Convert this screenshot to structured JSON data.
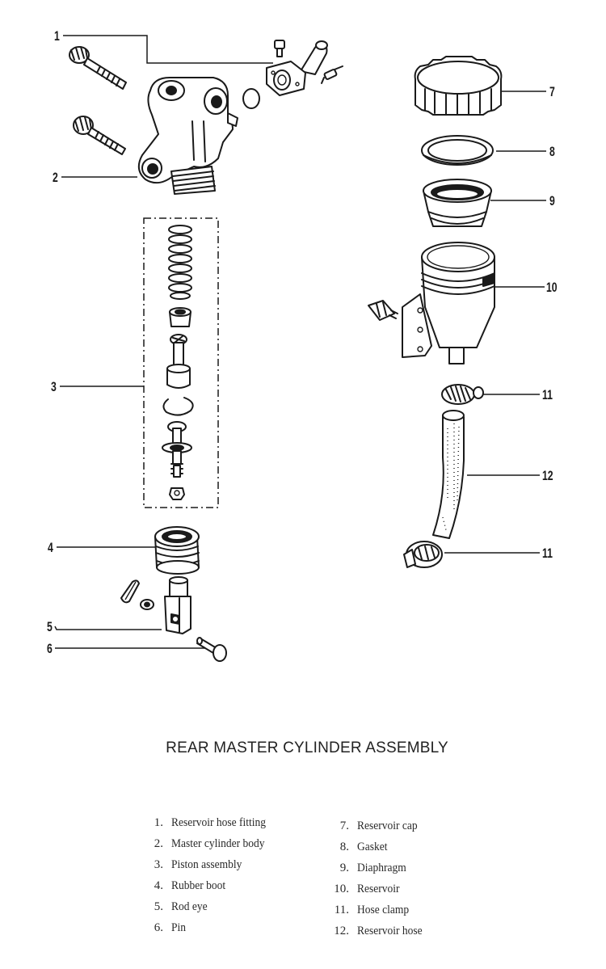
{
  "diagram": {
    "title": "REAR MASTER CYLINDER ASSEMBLY",
    "callouts": [
      {
        "id": "1",
        "label": "1"
      },
      {
        "id": "2",
        "label": "2"
      },
      {
        "id": "3",
        "label": "3"
      },
      {
        "id": "4",
        "label": "4"
      },
      {
        "id": "5",
        "label": "5"
      },
      {
        "id": "6",
        "label": "6"
      },
      {
        "id": "7",
        "label": "7"
      },
      {
        "id": "8",
        "label": "8"
      },
      {
        "id": "9",
        "label": "9"
      },
      {
        "id": "10",
        "label": "10"
      },
      {
        "id": "11a",
        "label": "11"
      },
      {
        "id": "12",
        "label": "12"
      },
      {
        "id": "11b",
        "label": "11"
      }
    ],
    "parts_left": [
      {
        "num": "1.",
        "name": "Reservoir hose fitting"
      },
      {
        "num": "2.",
        "name": "Master cylinder body"
      },
      {
        "num": "3.",
        "name": "Piston assembly"
      },
      {
        "num": "4.",
        "name": "Rubber boot"
      },
      {
        "num": "5.",
        "name": "Rod eye"
      },
      {
        "num": "6.",
        "name": "Pin"
      }
    ],
    "parts_right": [
      {
        "num": "7.",
        "name": "Reservoir cap"
      },
      {
        "num": "8.",
        "name": "Gasket"
      },
      {
        "num": "9.",
        "name": "Diaphragm"
      },
      {
        "num": "10.",
        "name": "Reservoir"
      },
      {
        "num": "11.",
        "name": "Hose clamp"
      },
      {
        "num": "12.",
        "name": "Reservoir hose"
      }
    ]
  }
}
